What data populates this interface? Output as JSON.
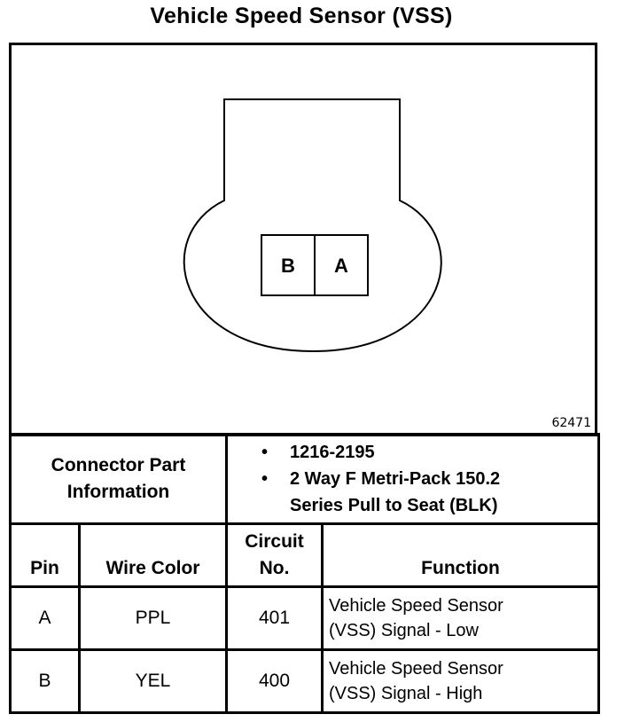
{
  "title": "Vehicle Speed Sensor (VSS)",
  "diagram": {
    "figure_id": "62471",
    "pin_labels": [
      "B",
      "A"
    ]
  },
  "connector_info": {
    "label_line1": "Connector Part",
    "label_line2": "Information",
    "items": [
      "1216-2195",
      "2 Way F Metri-Pack 150.2",
      "Series Pull to Seat (BLK)"
    ]
  },
  "table": {
    "headers": {
      "pin": "Pin",
      "wire_color": "Wire Color",
      "circuit_line1": "Circuit",
      "circuit_line2": "No.",
      "function": "Function"
    },
    "rows": [
      {
        "pin": "A",
        "wire_color": "PPL",
        "circuit": "401",
        "function_line1": "Vehicle Speed Sensor",
        "function_line2": "(VSS) Signal - Low"
      },
      {
        "pin": "B",
        "wire_color": "YEL",
        "circuit": "400",
        "function_line1": "Vehicle Speed Sensor",
        "function_line2": "(VSS) Signal - High"
      }
    ]
  }
}
